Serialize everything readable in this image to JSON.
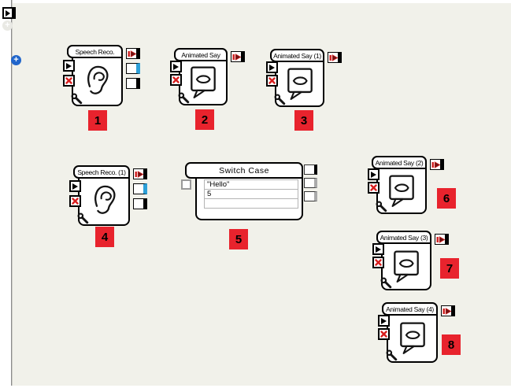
{
  "colors": {
    "canvas_bg": "#f1f1ea",
    "badge_red": "#e8232d",
    "output_highlight_blue": "#2da0d8",
    "add_button_blue": "#2166cb",
    "port_border_black": "#000000",
    "muted_port_gray": "#9a9a9a"
  },
  "icons": {
    "run": "play-triangle-in-output-box",
    "add_disabled": "plus-circle-faded",
    "add": "plus-circle-blue",
    "box_input_start": "play-triangle",
    "box_input_stop": "red-x",
    "box_output_signal": "red-bar-play",
    "speech_recognition": "ear",
    "animated_say": "speech-bubble-with-lips",
    "box_settings": "wrench"
  },
  "rail": {
    "add_label": "+",
    "add_disabled_label": "+"
  },
  "boxes": [
    {
      "title": "Speech Reco.",
      "badge": "1"
    },
    {
      "title": "Animated Say",
      "badge": "2"
    },
    {
      "title": "Animated Say (1)",
      "badge": "3"
    },
    {
      "title": "Speech Reco. (1)",
      "badge": "4"
    },
    {
      "title": "Switch Case",
      "badge": "5",
      "cases": [
        "\"Hello\"",
        "5",
        ""
      ]
    },
    {
      "title": "Animated Say (2)",
      "badge": "6"
    },
    {
      "title": "Animated Say (3)",
      "badge": "7"
    },
    {
      "title": "Animated Say (4)",
      "badge": "8"
    }
  ]
}
